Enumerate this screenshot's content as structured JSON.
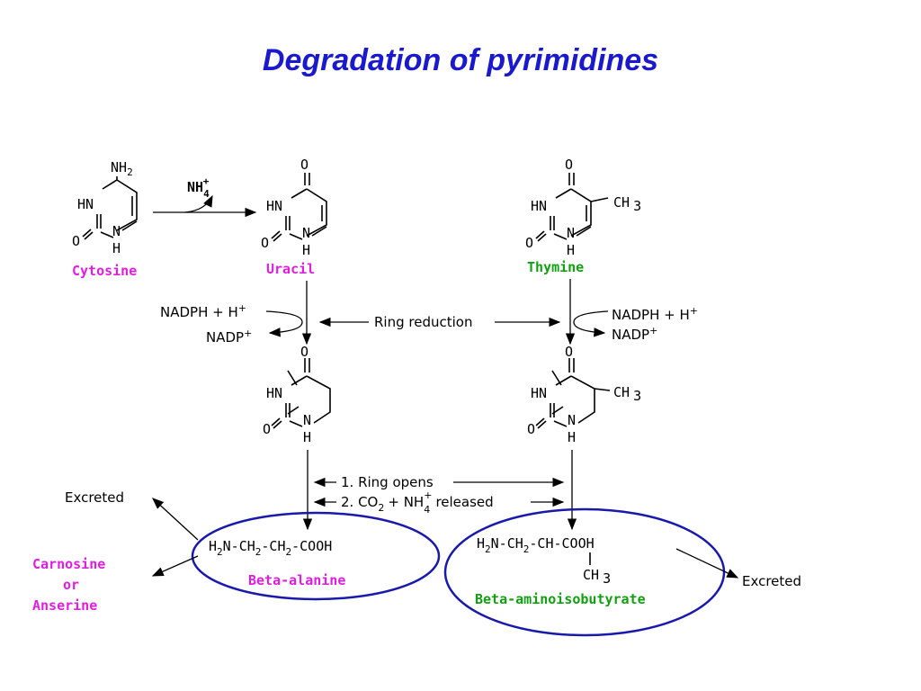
{
  "title": "Degradation of pyrimidines",
  "compounds": {
    "cytosine": "Cytosine",
    "uracil": "Uracil",
    "thymine": "Thymine",
    "beta_alanine": "Beta-alanine",
    "beta_aminoisobutyrate": "Beta-aminoisobutyrate",
    "carnosine": "Carnosine",
    "or": "or",
    "anserine": "Anserine"
  },
  "atoms": {
    "nh2": "NH",
    "two": "2",
    "hn": "HN",
    "n": "N",
    "h": "H",
    "o": "O",
    "ch": "CH",
    "three": "3",
    "nh4": "NH",
    "four": "4",
    "plus": "+"
  },
  "labels": {
    "nadph": "NADPH + H",
    "nadp": "NADP",
    "ring_reduction": "Ring reduction",
    "ring_opens": "1. Ring opens",
    "step2_prefix": "2. CO",
    "step2_plus_nh": "+ NH",
    "released": "released",
    "excreted": "Excreted"
  },
  "formulas": {
    "beta_alanine_h2n": "H",
    "beta_alanine_rest": "N-CH",
    "ch2b": "-CH",
    "cooh": "-COOH",
    "bai_rest": "N-CH",
    "bai_ch": "-CH-COOH"
  },
  "colors": {
    "title": "#1a1acc",
    "magenta": "#e01ee0",
    "green": "#12a012",
    "oval": "#1a1aaa"
  }
}
